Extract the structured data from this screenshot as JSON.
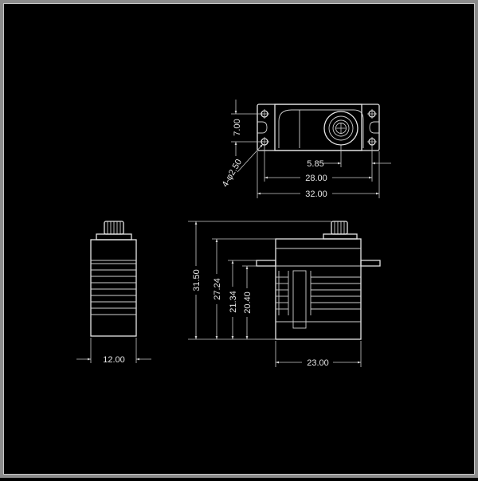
{
  "dimensions": {
    "mount_hole_spacing": "7.00",
    "hole_callout": "4-φ2.50",
    "output_offset": "5.85",
    "hole_span": "28.00",
    "total_length": "32.00",
    "side_width": "12.00",
    "total_height": "31.50",
    "height_27": "27.24",
    "height_21": "21.34",
    "flange_height": "20.40",
    "body_length": "23.00"
  }
}
